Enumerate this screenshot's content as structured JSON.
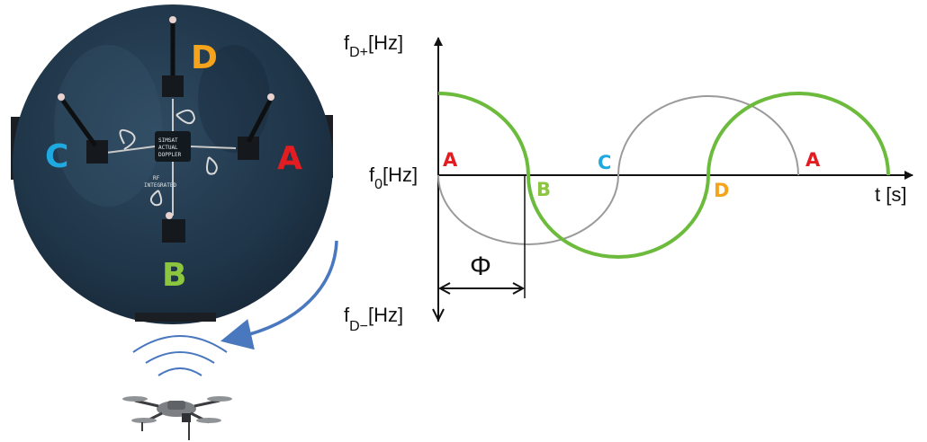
{
  "colors": {
    "A": "#e31c22",
    "B": "#8cc63f",
    "C": "#1fa9e1",
    "D": "#f5a31a",
    "green_curve": "#6cbb3c",
    "gray_curve": "#9a9a9a",
    "plate": "#233a4d",
    "arrow_blue": "#4a78bf"
  },
  "antenna": {
    "labels": {
      "A": "A",
      "B": "B",
      "C": "C",
      "D": "D"
    },
    "board_text": [
      "SIMSAT",
      "ACTUAL",
      "DOPPLER",
      "RF",
      "INTEGRATED"
    ]
  },
  "graph": {
    "y_top_label": {
      "main": "f",
      "sub": "D+",
      "unit": "[Hz]"
    },
    "y_bottom_label": {
      "main": "f",
      "sub": "D−",
      "unit": "[Hz]"
    },
    "origin_label": {
      "main": "f",
      "sub": "0",
      "unit": "[Hz]"
    },
    "x_label": "t [s]",
    "phase_label": "Φ",
    "point_labels": [
      {
        "text": "A",
        "color": "A"
      },
      {
        "text": "B",
        "color": "B"
      },
      {
        "text": "C",
        "color": "C"
      },
      {
        "text": "D",
        "color": "D"
      },
      {
        "text": "A",
        "color": "A"
      }
    ]
  },
  "icons": {
    "drone": "drone-icon",
    "waves": "radio-waves-icon",
    "rotation": "rotation-arrow-icon"
  }
}
